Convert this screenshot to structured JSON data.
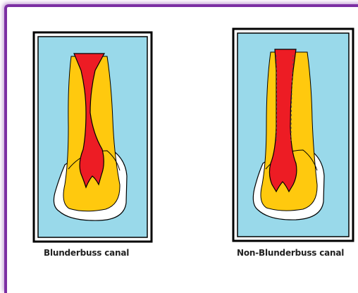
{
  "colors": {
    "frame_border": "#7c2fa3",
    "panel_background": "#99d9ea",
    "panel_outline": "#000000",
    "tooth_dentin": "#ffc90e",
    "canal": "#ed1c24",
    "crown_enamel": "#ffffff"
  },
  "panels": [
    {
      "id": "left",
      "caption": "Blunderbuss canal"
    },
    {
      "id": "right",
      "caption": "Non-Blunderbuss canal"
    }
  ]
}
